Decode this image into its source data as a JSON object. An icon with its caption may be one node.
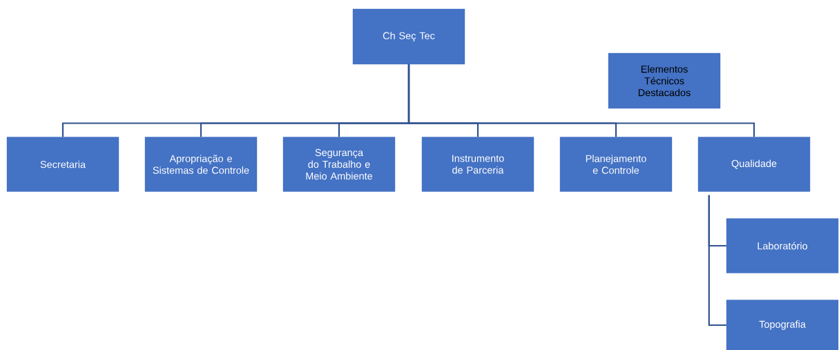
{
  "diagram": {
    "nodes": [
      {
        "text": [
          "Ch Seç Tec"
        ]
      },
      {
        "text": [
          "Elementos Técnicos Destacados"
        ]
      },
      {
        "text": [
          "Secretaria"
        ]
      },
      {
        "text": [
          "Apropriação e Sistemas de Controle"
        ]
      },
      {
        "text": [
          "Segurança do Trabalho e Meio Ambiente"
        ]
      },
      {
        "text": [
          "Instrumento de Parceria"
        ]
      },
      {
        "text": [
          "Planejamento e Controle"
        ]
      },
      {
        "text": [
          "Qualidade"
        ]
      },
      {
        "text": [
          "Laboratório"
        ]
      },
      {
        "text": [
          "Topografia"
        ]
      }
    ],
    "edges": [
      {
        "from": 0,
        "to": 2,
        "arrow": "none"
      },
      {
        "from": 0,
        "to": 3,
        "arrow": "none"
      },
      {
        "from": 0,
        "to": 4,
        "arrow": "none"
      },
      {
        "from": 0,
        "to": 5,
        "arrow": "none"
      },
      {
        "from": 0,
        "to": 6,
        "arrow": "none"
      },
      {
        "from": 0,
        "to": 7,
        "arrow": "none"
      },
      {
        "from": 7,
        "to": 8,
        "arrow": "none"
      },
      {
        "from": 7,
        "to": 9,
        "arrow": "none"
      }
    ]
  }
}
